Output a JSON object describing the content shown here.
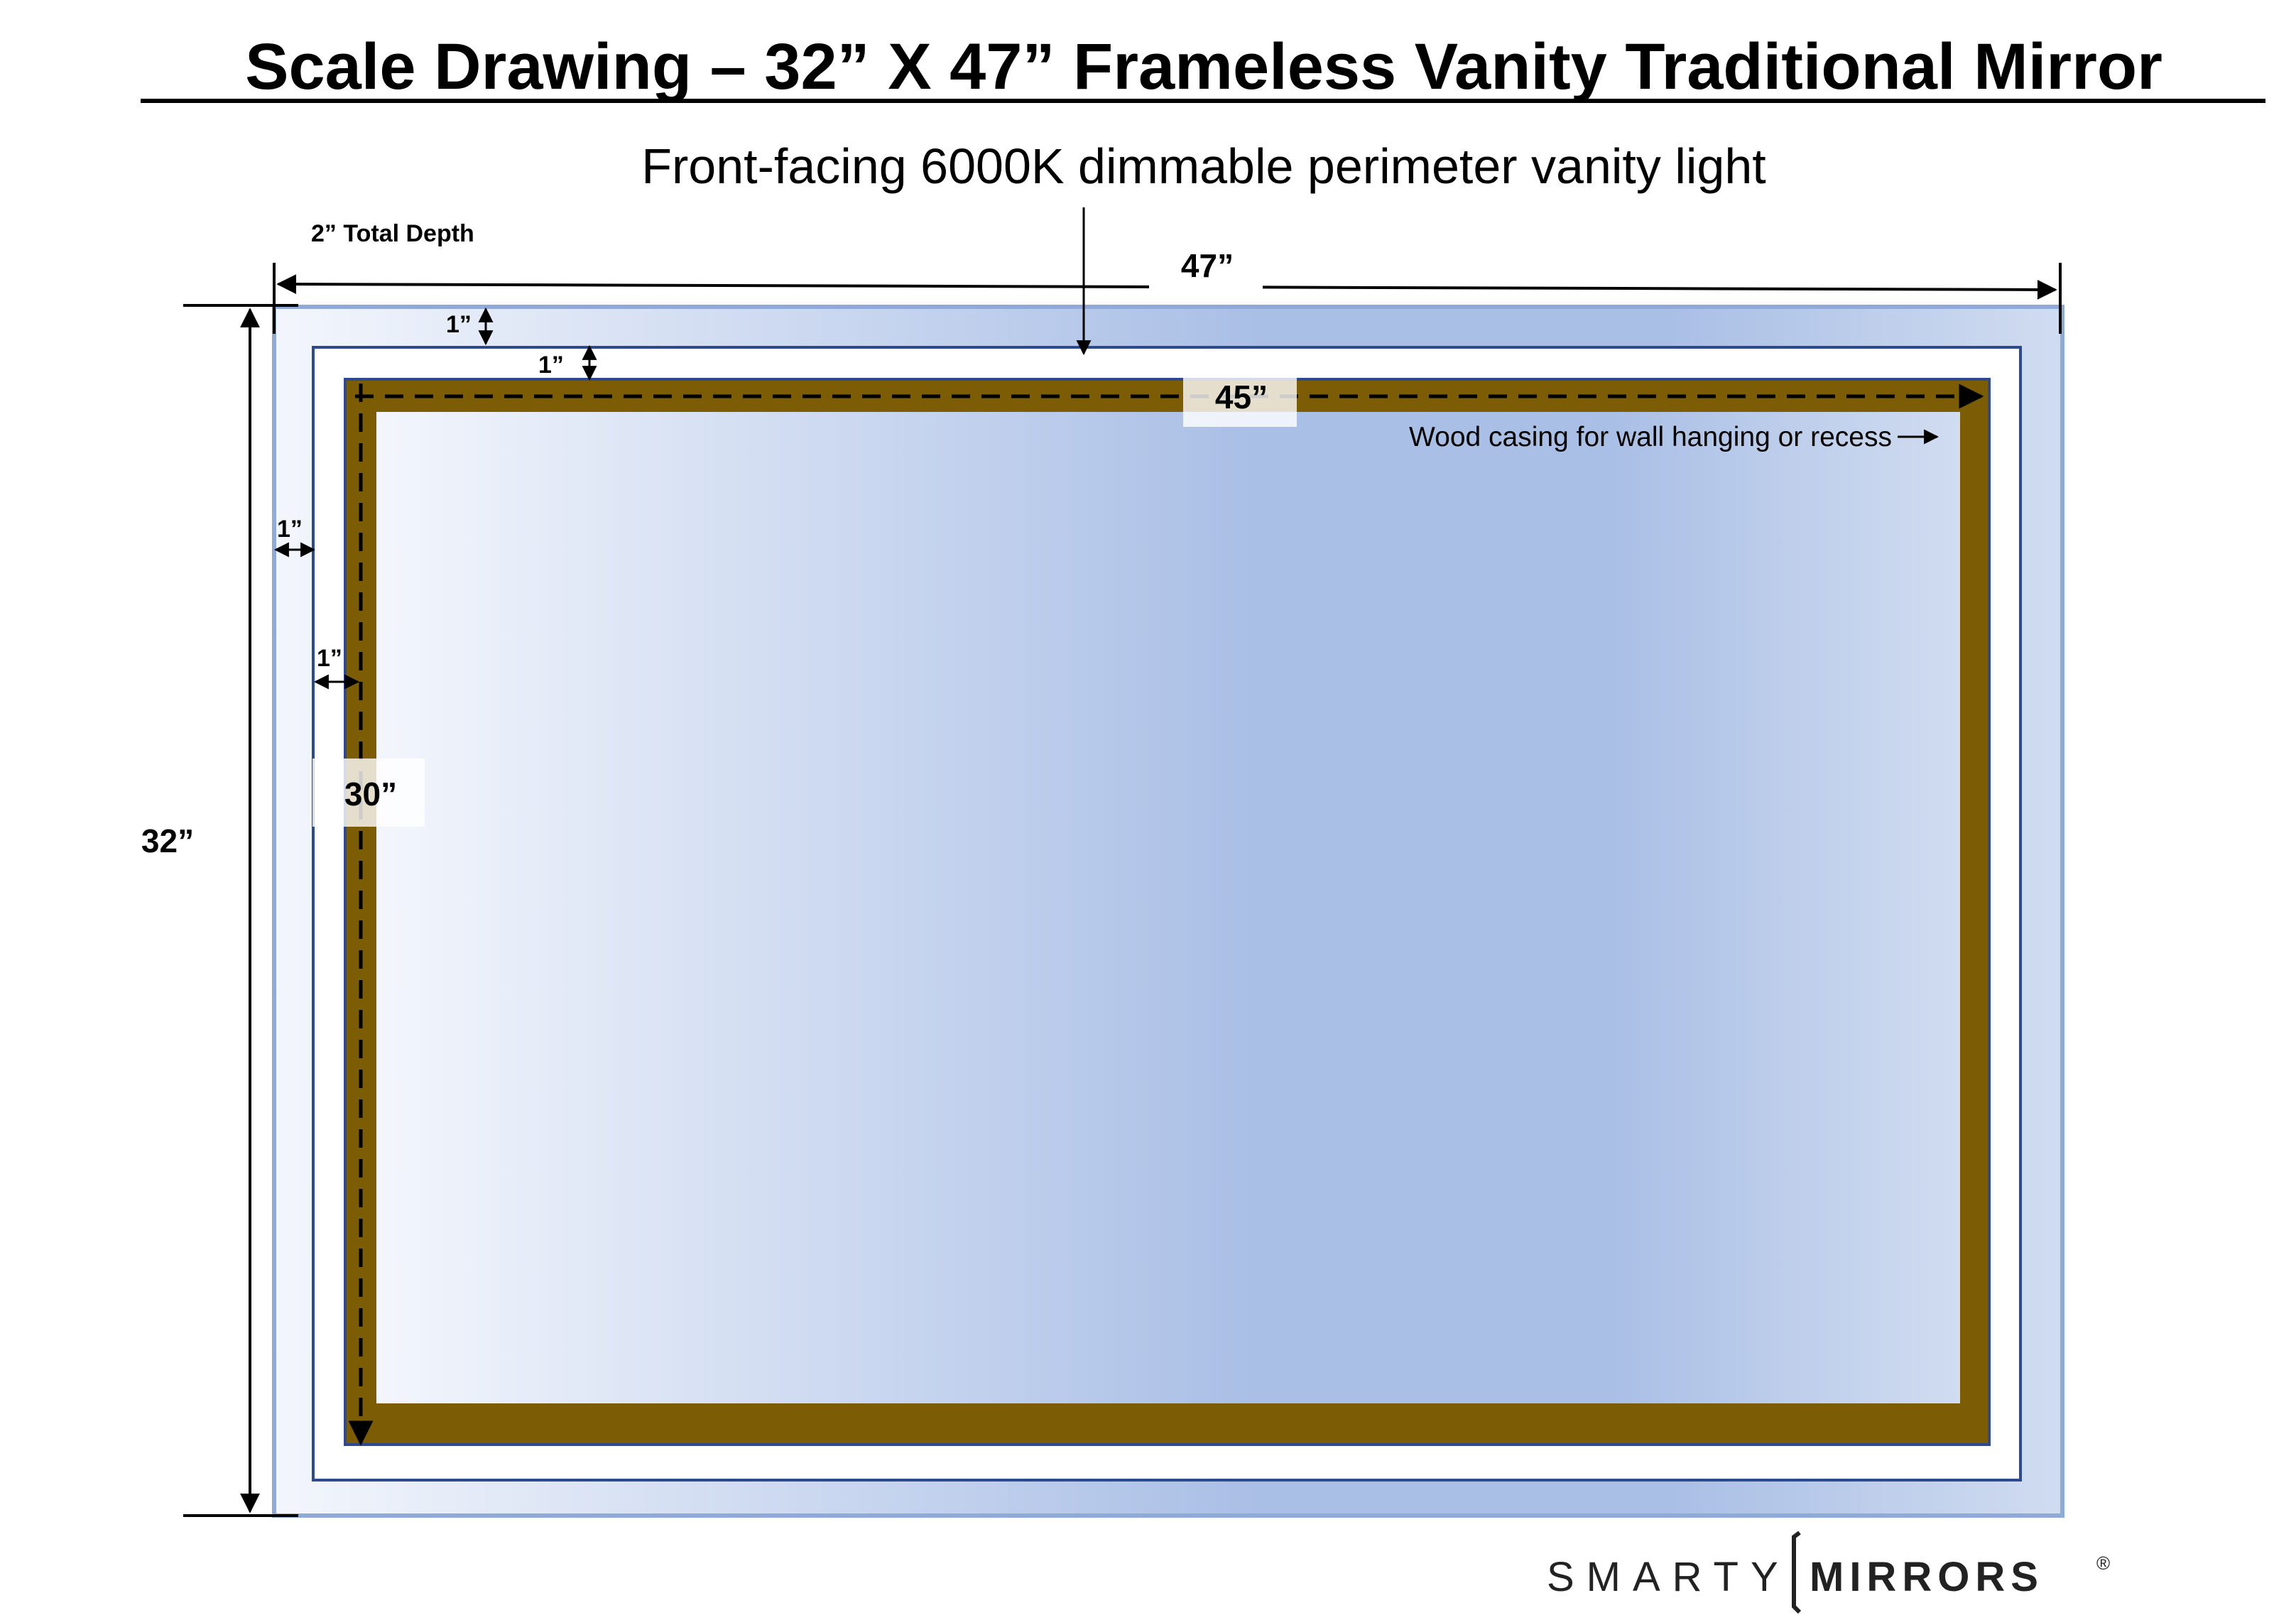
{
  "title": "Scale Drawing – 32” X 47” Frameless Vanity Traditional Mirror",
  "subtitle": "Front-facing 6000K dimmable perimeter vanity light",
  "labels": {
    "depth": "2” Total Depth",
    "width_outer": "47”",
    "height_outer": "32”",
    "width_inner": "45”",
    "height_inner": "30”",
    "gap_top_1": "1”",
    "gap_top_2": "1”",
    "gap_left_1": "1”",
    "gap_left_2": "1”",
    "wood_casing": "Wood casing for wall hanging or recess"
  },
  "logo": {
    "word1": "SMARTY",
    "word2": "MIRRORS",
    "registered": "®"
  },
  "colors": {
    "glass_light": "#eef2fa",
    "glass_mid": "#aabfe6",
    "glass_edge": "#cfdcf0",
    "border_outer": "#8fa9d8",
    "border_dark": "#2e4a8e",
    "wood": "#7c5d06",
    "ink": "#000000"
  }
}
